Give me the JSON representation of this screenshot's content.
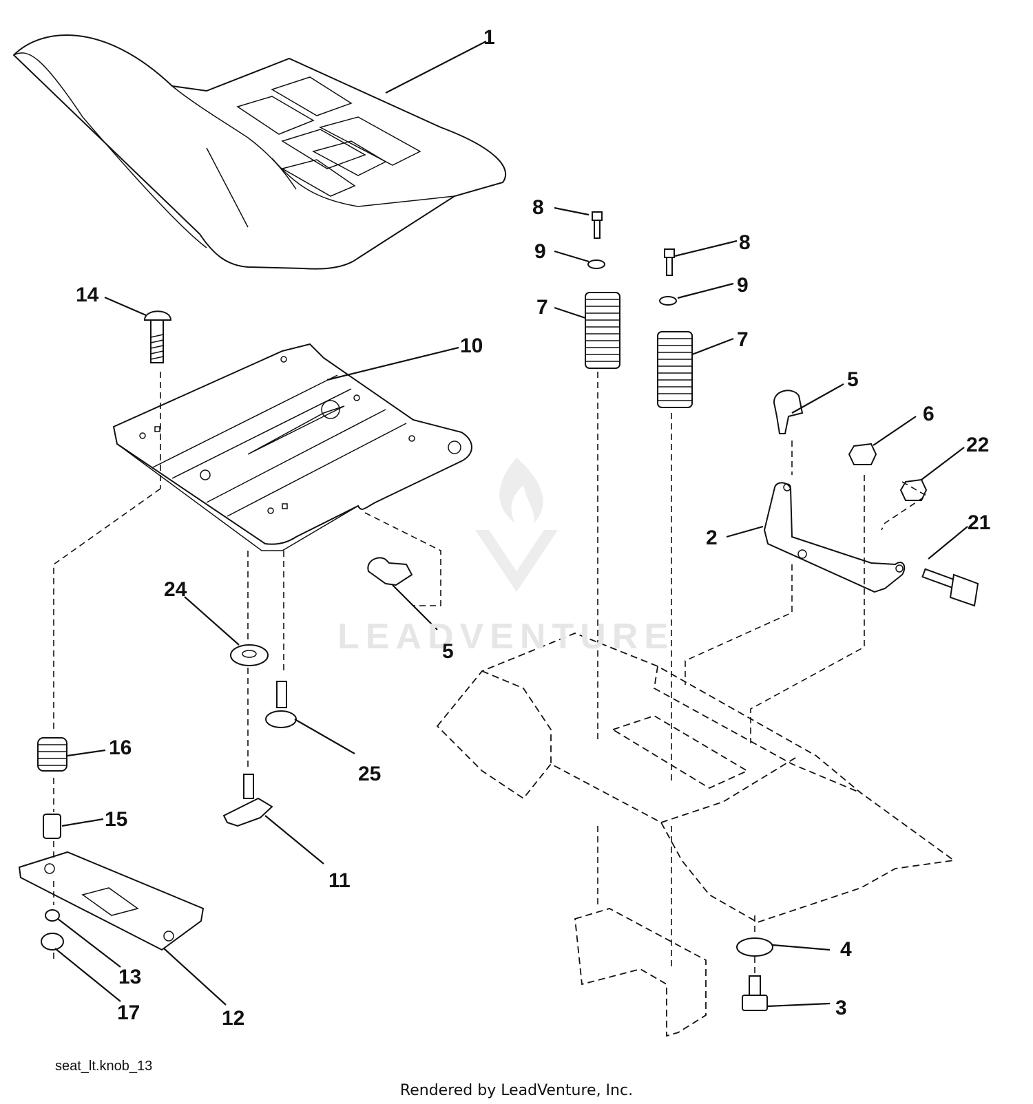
{
  "diagram": {
    "callouts": [
      {
        "id": "c1",
        "text": "1"
      },
      {
        "id": "c8a",
        "text": "8"
      },
      {
        "id": "c9a",
        "text": "9"
      },
      {
        "id": "c7a",
        "text": "7"
      },
      {
        "id": "c8b",
        "text": "8"
      },
      {
        "id": "c9b",
        "text": "9"
      },
      {
        "id": "c7b",
        "text": "7"
      },
      {
        "id": "c14",
        "text": "14"
      },
      {
        "id": "c10",
        "text": "10"
      },
      {
        "id": "c5a",
        "text": "5"
      },
      {
        "id": "c6",
        "text": "6"
      },
      {
        "id": "c22",
        "text": "22"
      },
      {
        "id": "c2",
        "text": "2"
      },
      {
        "id": "c21",
        "text": "21"
      },
      {
        "id": "c24",
        "text": "24"
      },
      {
        "id": "c5b",
        "text": "5"
      },
      {
        "id": "c16",
        "text": "16"
      },
      {
        "id": "c25",
        "text": "25"
      },
      {
        "id": "c15",
        "text": "15"
      },
      {
        "id": "c11",
        "text": "11"
      },
      {
        "id": "c4",
        "text": "4"
      },
      {
        "id": "c3",
        "text": "3"
      },
      {
        "id": "c13",
        "text": "13"
      },
      {
        "id": "c17",
        "text": "17"
      },
      {
        "id": "c12",
        "text": "12"
      }
    ],
    "reference_code": "seat_lt.knob_13",
    "footer": "Rendered by LeadVenture, Inc.",
    "watermark": "LEADVENTURE"
  }
}
